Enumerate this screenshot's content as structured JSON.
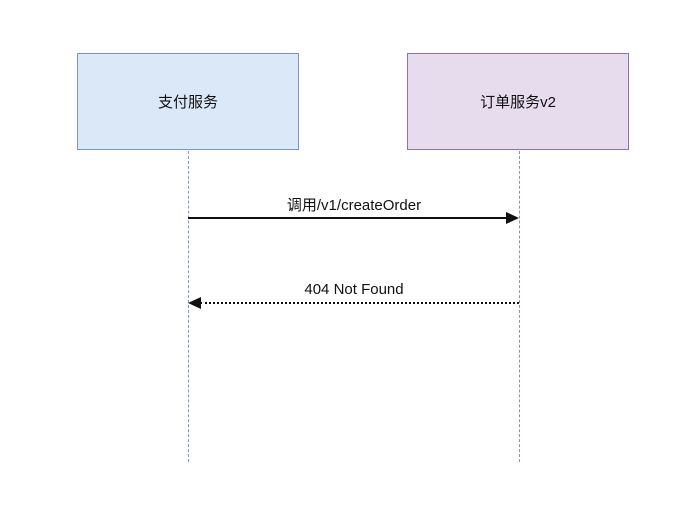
{
  "diagram": {
    "type": "sequence",
    "participants": [
      {
        "id": "payment-service",
        "label": "支付服务",
        "fill_color": "#dbe8f8",
        "border_color": "#7a96c2",
        "lifeline_color": "#8296c0"
      },
      {
        "id": "order-service-v2",
        "label": "订单服务v2",
        "fill_color": "#e6dcee",
        "border_color": "#8e74a8",
        "lifeline_color": "#9c8cb4"
      }
    ],
    "messages": [
      {
        "from": "payment-service",
        "to": "order-service-v2",
        "label": "调用/v1/createOrder",
        "line_style": "solid",
        "arrow_color": "#111111"
      },
      {
        "from": "order-service-v2",
        "to": "payment-service",
        "label": "404 Not Found",
        "line_style": "dotted",
        "arrow_color": "#111111"
      }
    ]
  }
}
